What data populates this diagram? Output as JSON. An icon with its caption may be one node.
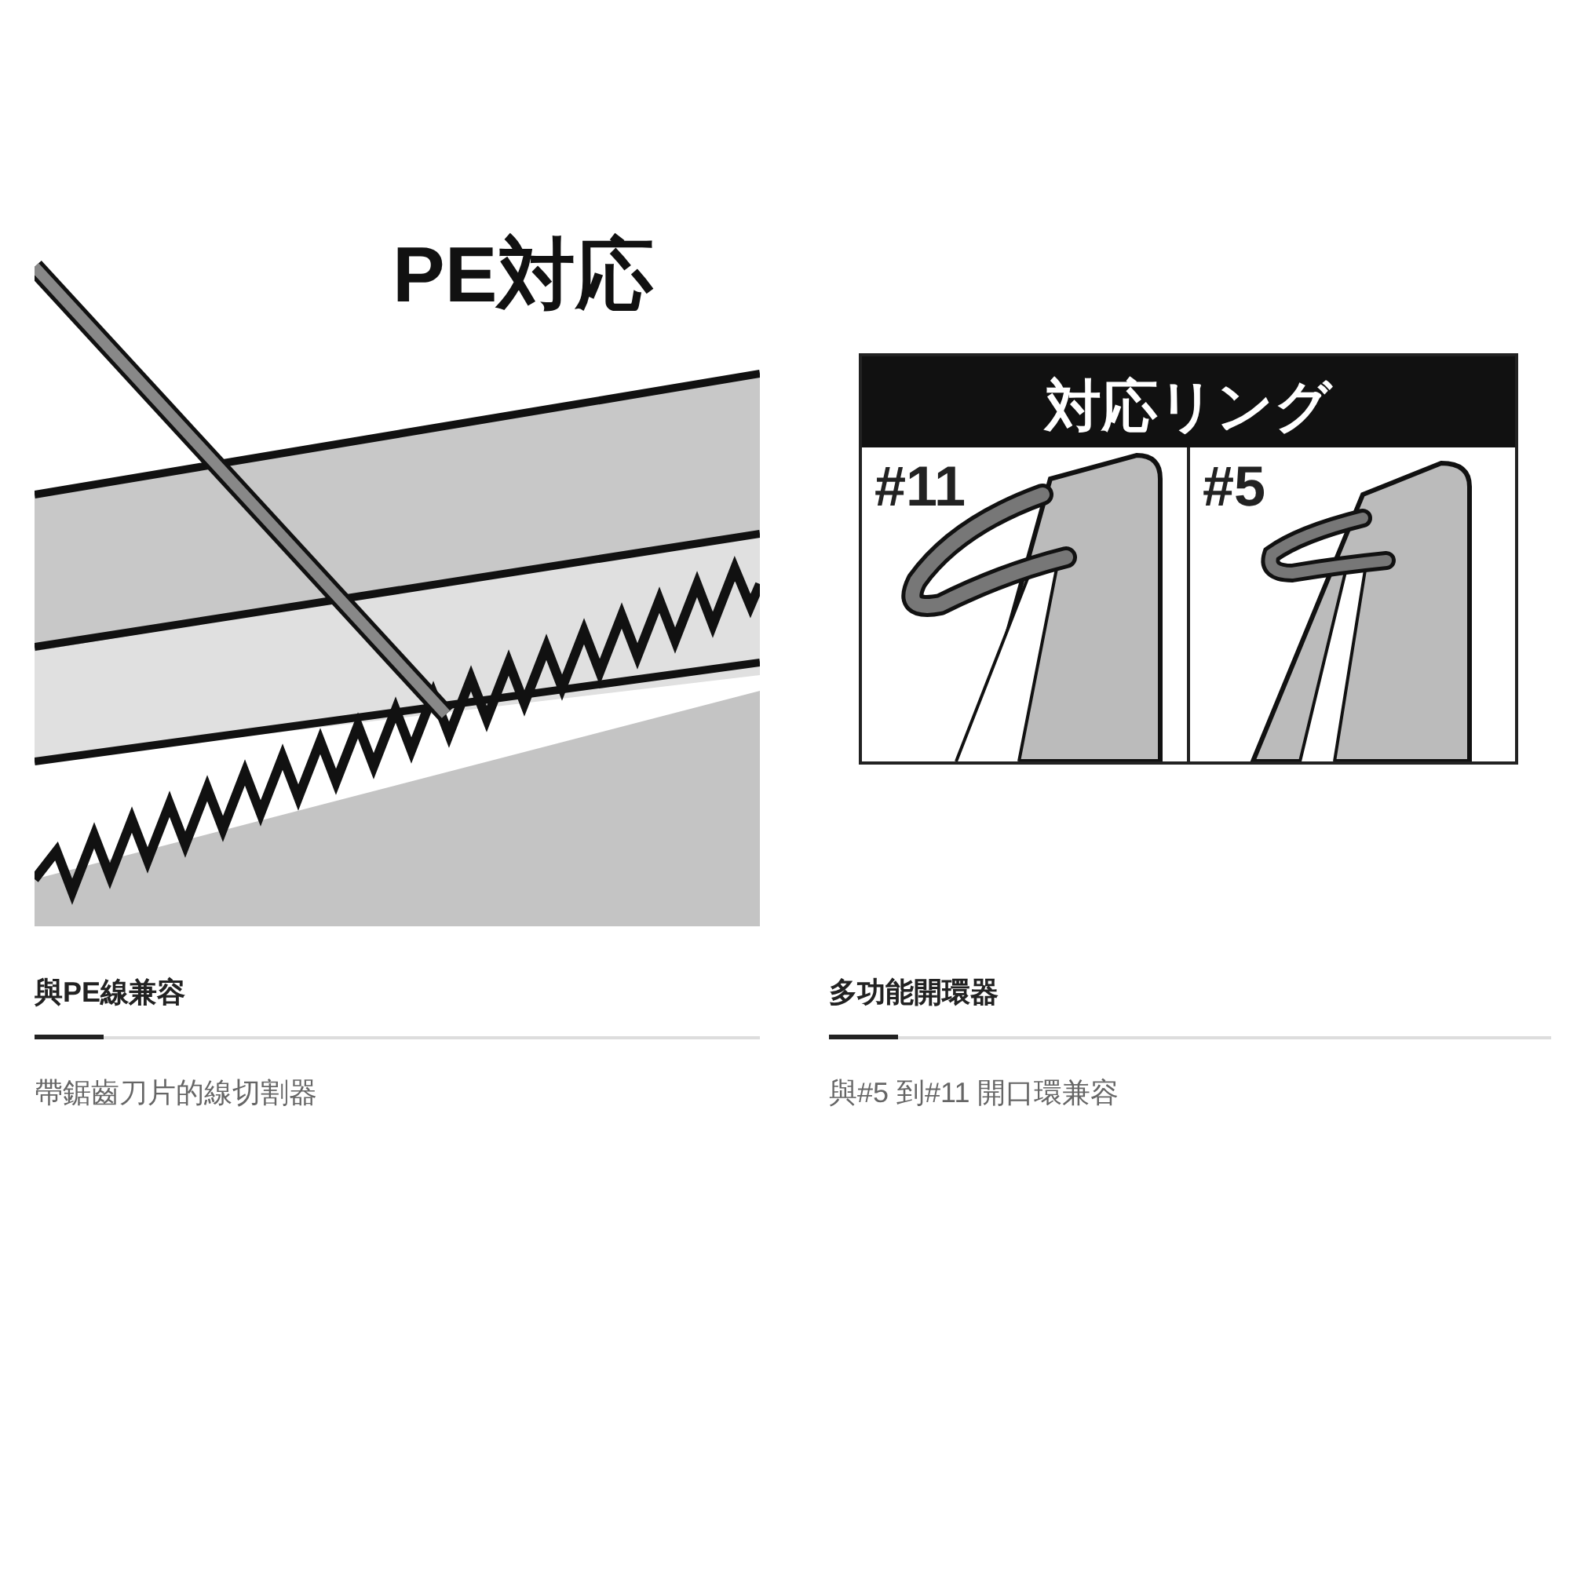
{
  "diagram": {
    "nodes": [
      {
        "text": [
          "対応リング"
        ]
      },
      {
        "text": [
          "#11"
        ],
        "in": 0
      },
      {
        "text": [
          "#5"
        ],
        "in": 0
      }
    ],
    "labels": [
      "PE対応",
      "與PE線兼容",
      "帶鋸齒刀片的線切割器",
      "多功能開環器",
      "與#5 到#11 開口環兼容"
    ]
  }
}
